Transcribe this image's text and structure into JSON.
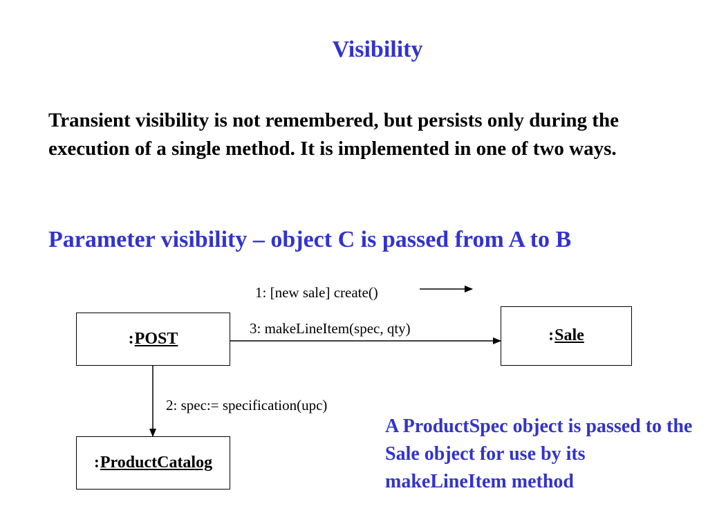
{
  "slide": {
    "title": "Visibility",
    "paragraph": "Transient visibility is not remembered, but persists only during the execution of a single method.  It is implemented in one of two ways.",
    "subheading": "Parameter visibility – object C is passed from A to B",
    "note": "A ProductSpec object is passed to the Sale object for use by its makeLineItem method"
  },
  "diagram": {
    "objects": {
      "post": {
        "prefix": ":",
        "name": "POST"
      },
      "sale": {
        "prefix": ":",
        "name": "Sale"
      },
      "catalog": {
        "prefix": ":",
        "name": "ProductCatalog"
      }
    },
    "messages": {
      "m1": "1: [new sale] create()",
      "m2": "2: spec:= specification(upc)",
      "m3": "3: makeLineItem(spec, qty)"
    }
  },
  "colors": {
    "heading_blue": "#3333cc",
    "text": "#000000",
    "background": "#ffffff"
  }
}
